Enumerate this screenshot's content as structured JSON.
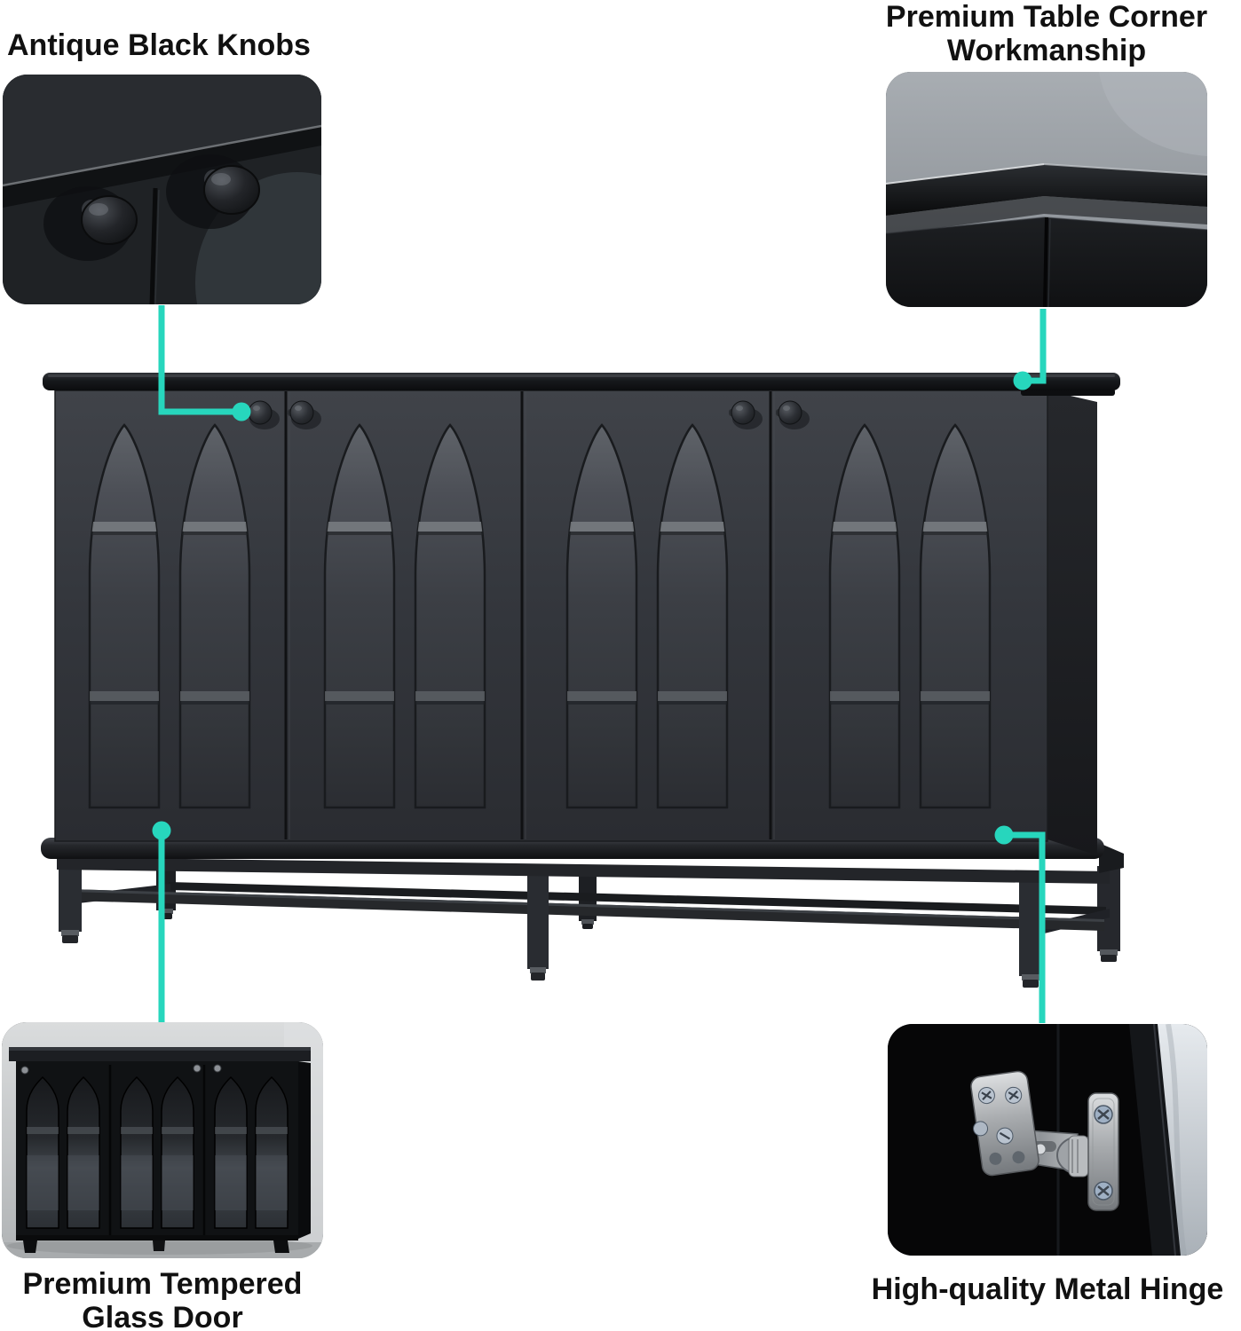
{
  "image_type": "product-feature-callout-image",
  "product": {
    "subject": "black sideboard cabinet with arched tempered glass doors and metal base"
  },
  "callouts": {
    "knobs": {
      "title": "Antique Black Knobs"
    },
    "corner": {
      "title_line1": "Premium Table Corner",
      "title_line2": "Workmanship"
    },
    "glass": {
      "title_line1": "Premium Tempered",
      "title_line2": "Glass Door"
    },
    "hinge": {
      "title": "High-quality Metal Hinge"
    }
  },
  "style": {
    "accent_color": "#27d6bd",
    "heading_color": "#111111",
    "background_color": "#ffffff",
    "cabinet_body_color": "#35383e",
    "cabinet_top_color": "#141619"
  }
}
